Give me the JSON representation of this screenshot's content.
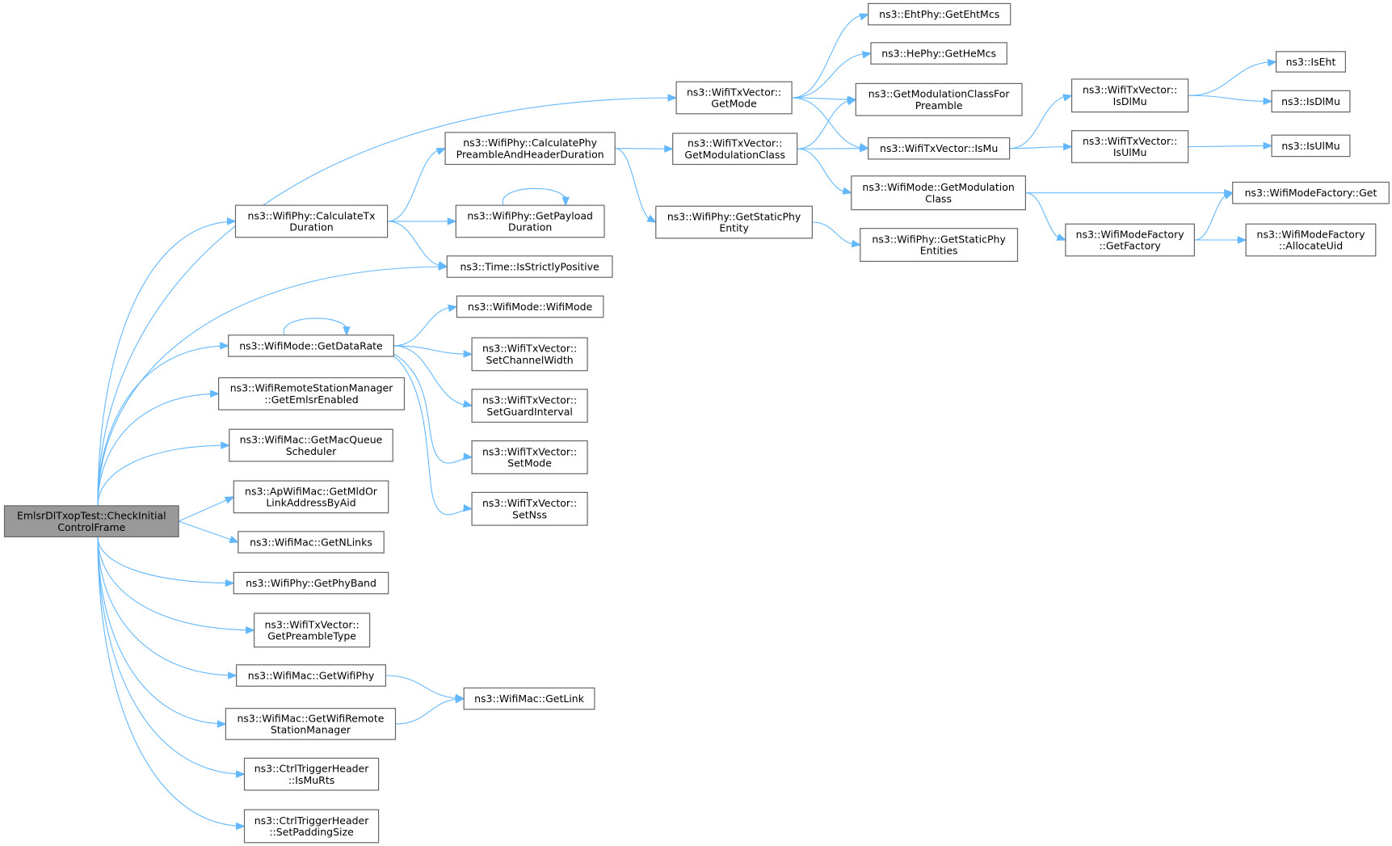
{
  "diagram": {
    "type": "call-graph",
    "colors": {
      "edge": "#63b8ff",
      "root_fill": "#999999",
      "node_border": "#666666",
      "background": "#ffffff"
    },
    "nodes": {
      "root": [
        "EmlsrDlTxopTest::CheckInitial",
        "ControlFrame"
      ],
      "getMode": [
        "ns3::WifiTxVector::",
        "GetMode"
      ],
      "getEhtMcs": [
        "ns3::EhtPhy::GetEhtMcs"
      ],
      "getHeMcs": [
        "ns3::HePhy::GetHeMcs"
      ],
      "getModClassForPreamble": [
        "ns3::GetModulationClassFor",
        "Preamble"
      ],
      "calcPreamble": [
        "ns3::WifiPhy::CalculatePhy",
        "PreambleAndHeaderDuration"
      ],
      "getModClass": [
        "ns3::WifiTxVector::",
        "GetModulationClass"
      ],
      "isMu": [
        "ns3::WifiTxVector::IsMu"
      ],
      "isDlMuVec": [
        "ns3::WifiTxVector::",
        "IsDlMu"
      ],
      "isUlMuVec": [
        "ns3::WifiTxVector::",
        "IsUlMu"
      ],
      "isEht": [
        "ns3::IsEht"
      ],
      "isDlMu": [
        "ns3::IsDlMu"
      ],
      "isUlMu": [
        "ns3::IsUlMu"
      ],
      "calcTx": [
        "ns3::WifiPhy::CalculateTx",
        "Duration"
      ],
      "getPayload": [
        "ns3::WifiPhy::GetPayload",
        "Duration"
      ],
      "getStaticPhyEntity": [
        "ns3::WifiPhy::GetStaticPhy",
        "Entity"
      ],
      "getStaticPhyEntities": [
        "ns3::WifiPhy::GetStaticPhy",
        "Entities"
      ],
      "modeGetModClass": [
        "ns3::WifiMode::GetModulation",
        "Class"
      ],
      "factoryGet": [
        "ns3::WifiModeFactory::Get"
      ],
      "getFactory": [
        "ns3::WifiModeFactory",
        "::GetFactory"
      ],
      "allocateUid": [
        "ns3::WifiModeFactory",
        "::AllocateUid"
      ],
      "isStrictlyPositive": [
        "ns3::Time::IsStrictlyPositive"
      ],
      "getDataRate": [
        "ns3::WifiMode::GetDataRate"
      ],
      "wifiMode": [
        "ns3::WifiMode::WifiMode"
      ],
      "setChannelWidth": [
        "ns3::WifiTxVector::",
        "SetChannelWidth"
      ],
      "setGuardInterval": [
        "ns3::WifiTxVector::",
        "SetGuardInterval"
      ],
      "setMode": [
        "ns3::WifiTxVector::",
        "SetMode"
      ],
      "setNss": [
        "ns3::WifiTxVector::",
        "SetNss"
      ],
      "getEmlsrEnabled": [
        "ns3::WifiRemoteStationManager",
        "::GetEmlsrEnabled"
      ],
      "getMacQueueScheduler": [
        "ns3::WifiMac::GetMacQueue",
        "Scheduler"
      ],
      "getMldOrLink": [
        "ns3::ApWifiMac::GetMldOr",
        "LinkAddressByAid"
      ],
      "getNLinks": [
        "ns3::WifiMac::GetNLinks"
      ],
      "getPhyBand": [
        "ns3::WifiPhy::GetPhyBand"
      ],
      "getPreambleType": [
        "ns3::WifiTxVector::",
        "GetPreambleType"
      ],
      "getWifiPhy": [
        "ns3::WifiMac::GetWifiPhy"
      ],
      "getLink": [
        "ns3::WifiMac::GetLink"
      ],
      "getWifiRemoteStationManager": [
        "ns3::WifiMac::GetWifiRemote",
        "StationManager"
      ],
      "isMuRts": [
        "ns3::CtrlTriggerHeader",
        "::IsMuRts"
      ],
      "setPaddingSize": [
        "ns3::CtrlTriggerHeader",
        "::SetPaddingSize"
      ]
    },
    "edges": [
      [
        "root",
        "getMode"
      ],
      [
        "root",
        "calcTx"
      ],
      [
        "root",
        "isStrictlyPositive"
      ],
      [
        "root",
        "getDataRate"
      ],
      [
        "root",
        "getEmlsrEnabled"
      ],
      [
        "root",
        "getMacQueueScheduler"
      ],
      [
        "root",
        "getMldOrLink"
      ],
      [
        "root",
        "getNLinks"
      ],
      [
        "root",
        "getPhyBand"
      ],
      [
        "root",
        "getPreambleType"
      ],
      [
        "root",
        "getWifiPhy"
      ],
      [
        "root",
        "getWifiRemoteStationManager"
      ],
      [
        "root",
        "isMuRts"
      ],
      [
        "root",
        "setPaddingSize"
      ],
      [
        "getMode",
        "getEhtMcs"
      ],
      [
        "getMode",
        "getHeMcs"
      ],
      [
        "getMode",
        "getModClassForPreamble"
      ],
      [
        "getMode",
        "isMu"
      ],
      [
        "calcTx",
        "calcPreamble"
      ],
      [
        "calcTx",
        "getPayload"
      ],
      [
        "calcTx",
        "isStrictlyPositive"
      ],
      [
        "calcPreamble",
        "getModClass"
      ],
      [
        "calcPreamble",
        "getStaticPhyEntity"
      ],
      [
        "getModClass",
        "getModClassForPreamble"
      ],
      [
        "getModClass",
        "isMu"
      ],
      [
        "getModClass",
        "modeGetModClass"
      ],
      [
        "getPayload",
        "getPayload"
      ],
      [
        "getStaticPhyEntity",
        "getStaticPhyEntities"
      ],
      [
        "isMu",
        "isDlMuVec"
      ],
      [
        "isMu",
        "isUlMuVec"
      ],
      [
        "isDlMuVec",
        "isEht"
      ],
      [
        "isDlMuVec",
        "isDlMu"
      ],
      [
        "isUlMuVec",
        "isUlMu"
      ],
      [
        "modeGetModClass",
        "factoryGet"
      ],
      [
        "modeGetModClass",
        "getFactory"
      ],
      [
        "getFactory",
        "factoryGet"
      ],
      [
        "getFactory",
        "allocateUid"
      ],
      [
        "getDataRate",
        "getDataRate"
      ],
      [
        "getDataRate",
        "wifiMode"
      ],
      [
        "getDataRate",
        "setChannelWidth"
      ],
      [
        "getDataRate",
        "setGuardInterval"
      ],
      [
        "getDataRate",
        "setMode"
      ],
      [
        "getDataRate",
        "setNss"
      ],
      [
        "getWifiPhy",
        "getLink"
      ],
      [
        "getWifiRemoteStationManager",
        "getLink"
      ]
    ]
  }
}
